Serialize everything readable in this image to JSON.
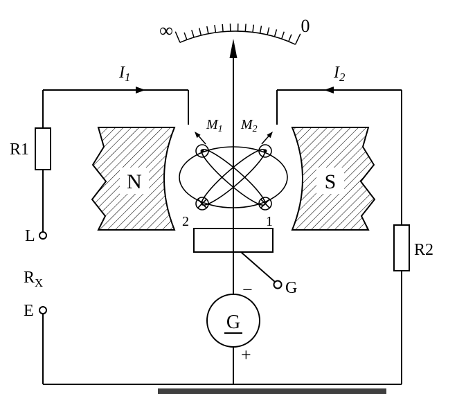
{
  "diagram": {
    "scale": {
      "left": "∞",
      "right": "0"
    },
    "currents": {
      "i1": {
        "base": "I",
        "sub": "1"
      },
      "i2": {
        "base": "I",
        "sub": "2"
      }
    },
    "torques": {
      "m1": {
        "base": "M",
        "sub": "1"
      },
      "m2": {
        "base": "M",
        "sub": "2"
      }
    },
    "resistors": {
      "r1": "R1",
      "r2": "R2"
    },
    "poles": {
      "north": "N",
      "south": "S"
    },
    "coils": {
      "left_number": "2",
      "right_number": "1"
    },
    "terminals": {
      "line": "L",
      "earth": "E",
      "guard": "G",
      "unknown": {
        "base": "R",
        "sub": "X"
      }
    },
    "generator": {
      "label": "G",
      "minus": "−",
      "plus": "+"
    }
  }
}
